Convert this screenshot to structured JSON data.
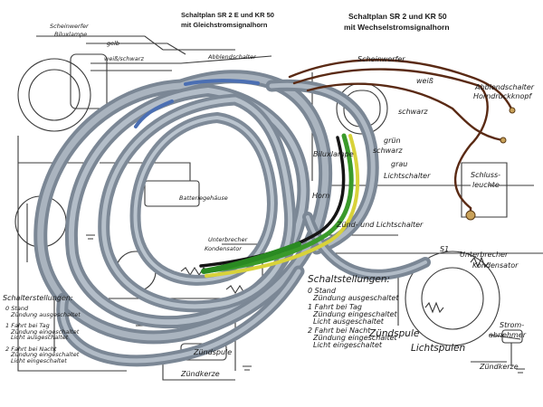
{
  "left_diagram": {
    "title": "Schaltplan SR 2 E und KR 50",
    "subtitle": "mit Gleichstromsignalhorn",
    "labels": {
      "scheinwerfer": "Scheinwerfer",
      "bilux": "Biluxlampe",
      "gelb": "gelb",
      "weiss": "weiß/schwarz",
      "abblend": "Abblendschalter",
      "batterie": "Batteriegehäuse",
      "unterbrecher": "Unterbrecher",
      "kondensator": "Kondensator",
      "zundspule": "Zündspule",
      "zundkerze": "Zündkerze"
    },
    "schalt_title": "Schalterstellungen:",
    "schalt_lines": [
      "0 Stand",
      "Zündung ausgeschaltet",
      "1 Fahrt bei Tag",
      "Zündung eingeschaltet",
      "Licht ausgeschaltet",
      "2 Fahrt bei Nacht",
      "Zündung eingeschaltet",
      "Licht eingeschaltet"
    ]
  },
  "right_diagram": {
    "title": "Schaltplan SR 2 und KR 50",
    "subtitle": "mit Wechselstromsignalhorn",
    "labels": {
      "scheinwerfer": "Scheinwerfer",
      "abblend": "Abblendschalter",
      "horndruck": "Horndruckknopf",
      "weiss": "weiß",
      "grun": "grün",
      "schwarz": "schwarz",
      "grau": "grau",
      "bilux": "Biluxlampe",
      "lichtschalter": "Lichtschalter",
      "schluss": "Schluss-",
      "leuchte": "leuchte",
      "horn": "Horn",
      "zundlicht": "Zünd- und Lichtschalter",
      "s1": "S1",
      "unterbrecher": "Unterbrecher",
      "kondensator": "Kondensator",
      "zundspule": "Zündspule",
      "lichtspulen": "Lichtspulen",
      "strom1": "Strom-",
      "strom2": "abnehmer",
      "zundkerze": "Zündkerze"
    },
    "schalt_title": "Schaltstellungen:",
    "schalt_lines": [
      "0 Stand",
      "Zündung ausgeschaltet",
      "1 Fahrt bei Tag",
      "Zündung eingeschaltet",
      "Licht ausgeschaltet",
      "2 Fahrt bei Nacht",
      "Zündung eingeschaltet",
      "Licht eingeschaltet"
    ]
  },
  "colors": {
    "background": "#ffffff",
    "ink": "#2a2a2a",
    "sheath": "#8c98a6",
    "sheath_light": "#b8c2cd",
    "wire_brown": "#5a2a14",
    "wire_green": "#3a9a2a",
    "wire_yellow": "#d8d23a",
    "wire_black": "#151515",
    "wire_blue": "#4b6fb3"
  }
}
